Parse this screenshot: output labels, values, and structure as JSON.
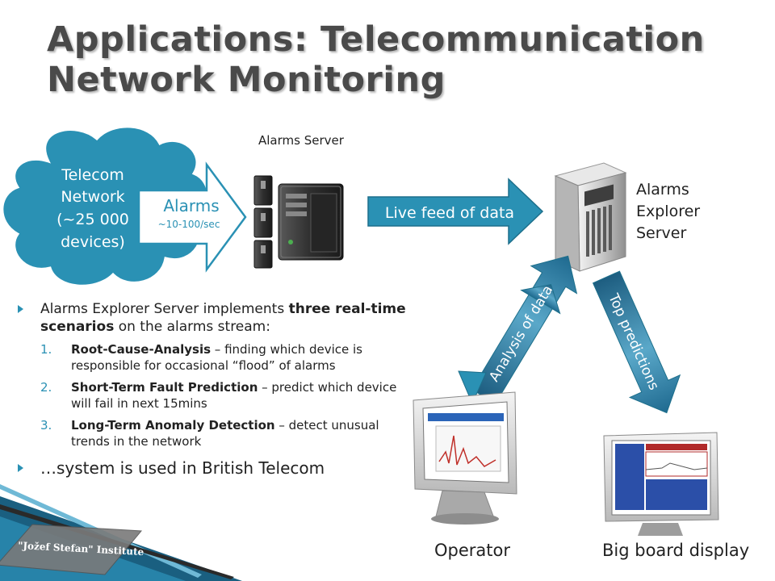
{
  "title_line1": "Applications: Telecommunication",
  "title_line2": "Network Monitoring",
  "cloud": {
    "line1": "Telecom",
    "line2": "Network",
    "line3": "(~25 000",
    "line4": "devices)"
  },
  "alarms_arrow": {
    "label": "Alarms",
    "rate": "~10-100/sec"
  },
  "alarms_server_label": "Alarms Server",
  "feed_arrow_label": "Live feed of data",
  "explorer_server_label": {
    "line1": "Alarms",
    "line2": "Explorer",
    "line3": "Server"
  },
  "analysis_arrow_label": "Analysis of data",
  "predictions_arrow_label": "Top predictions",
  "operator_label": "Operator",
  "board_label": "Big board display",
  "bullets": {
    "intro_pre": "Alarms Explorer Server implements ",
    "intro_bold": "three real-time scenarios",
    "intro_post": " on the alarms stream:",
    "items": [
      {
        "num": "1.",
        "bold": "Root-Cause-Analysis",
        "rest": " – finding which device is responsible for occasional “flood” of alarms"
      },
      {
        "num": "2.",
        "bold": "Short-Term Fault Prediction",
        "rest": " – predict which device will fail in next 15mins"
      },
      {
        "num": "3.",
        "bold": "Long-Term Anomaly Detection",
        "rest": " – detect unusual trends in the network"
      }
    ],
    "last": "…system is used in British Telecom"
  },
  "logo_text": "\"Jožef Stefan\" Institute",
  "colors": {
    "accent": "#2a91b4",
    "arrow_border": "#1d6f8b",
    "title": "#4a4a4a"
  }
}
